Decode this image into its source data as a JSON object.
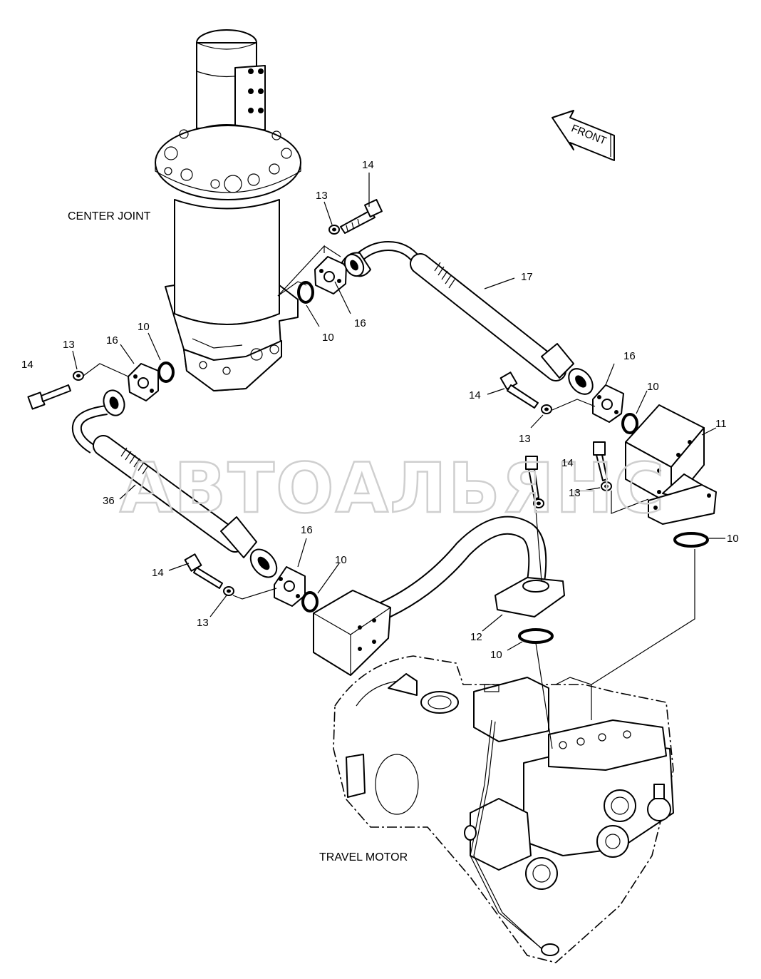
{
  "watermark": "АВТОАЛЬЯНС",
  "captions": {
    "center_joint": "CENTER JOINT",
    "travel_motor": "TRAVEL MOTOR",
    "front_arrow": "FRONT"
  },
  "callouts": [
    {
      "id": "c14a",
      "text": "14"
    },
    {
      "id": "c13a",
      "text": "13"
    },
    {
      "id": "c17",
      "text": "17"
    },
    {
      "id": "c10a",
      "text": "10"
    },
    {
      "id": "c16a",
      "text": "16"
    },
    {
      "id": "c10b",
      "text": "10"
    },
    {
      "id": "c16b",
      "text": "16"
    },
    {
      "id": "c13b",
      "text": "13"
    },
    {
      "id": "c14b",
      "text": "14"
    },
    {
      "id": "c16c",
      "text": "16"
    },
    {
      "id": "c10c",
      "text": "10"
    },
    {
      "id": "c14c",
      "text": "14"
    },
    {
      "id": "c13c",
      "text": "13"
    },
    {
      "id": "c11",
      "text": "11"
    },
    {
      "id": "c14d",
      "text": "14"
    },
    {
      "id": "c13d",
      "text": "13"
    },
    {
      "id": "c10d",
      "text": "10"
    },
    {
      "id": "c36",
      "text": "36"
    },
    {
      "id": "c16d",
      "text": "16"
    },
    {
      "id": "c10e",
      "text": "10"
    },
    {
      "id": "c14e",
      "text": "14"
    },
    {
      "id": "c13e",
      "text": "13"
    },
    {
      "id": "c12",
      "text": "12"
    },
    {
      "id": "c10f",
      "text": "10"
    }
  ]
}
